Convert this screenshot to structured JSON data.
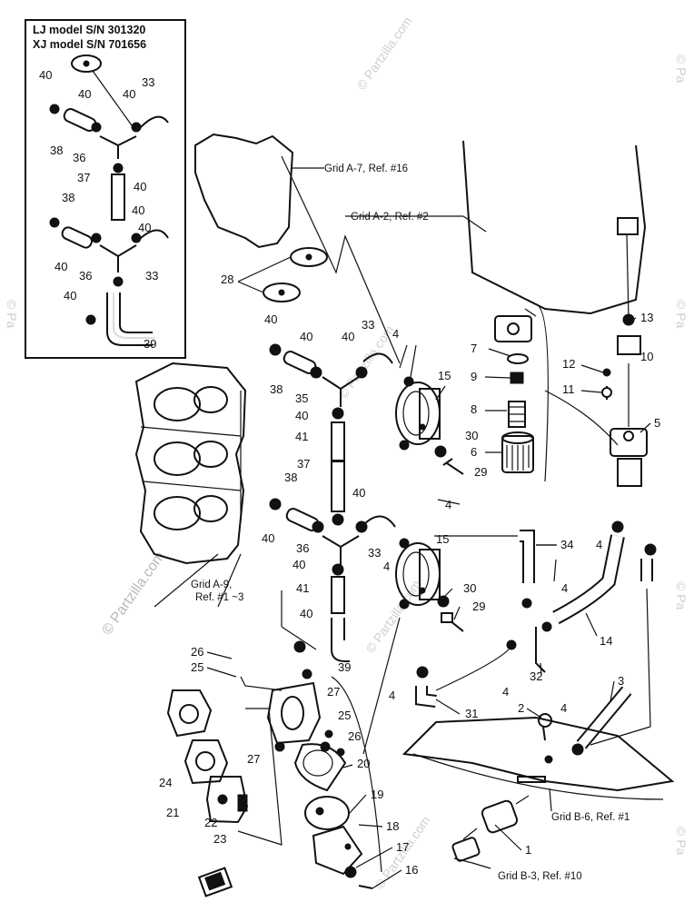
{
  "inset": {
    "lines": [
      "LJ model S/N 301320",
      "XJ model S/N 701656"
    ]
  },
  "grid_refs": [
    {
      "id": "a7",
      "text": "Grid A-7, Ref. #16"
    },
    {
      "id": "a2",
      "text": "Grid A-2, Ref. #2"
    },
    {
      "id": "a9_line1",
      "text": "Grid A-9,"
    },
    {
      "id": "a9_line2",
      "text": "Ref. #1 ~3"
    },
    {
      "id": "b6",
      "text": "Grid B-6, Ref. #1"
    },
    {
      "id": "b3",
      "text": "Grid B-3, Ref. #10"
    }
  ],
  "watermark": {
    "text": "© Partzilla.com",
    "small": "© Pa"
  },
  "part_numbers": [
    "40",
    "40",
    "40",
    "33",
    "38",
    "36",
    "40",
    "37",
    "38",
    "40",
    "40",
    "40",
    "36",
    "33",
    "40",
    "39",
    "28",
    "40",
    "40",
    "40",
    "33",
    "4",
    "15",
    "38",
    "35",
    "40",
    "41",
    "37",
    "38",
    "40",
    "40",
    "36",
    "40",
    "33",
    "4",
    "15",
    "41",
    "40",
    "39",
    "7",
    "9",
    "8",
    "30",
    "6",
    "29",
    "4",
    "13",
    "10",
    "12",
    "11",
    "5",
    "34",
    "4",
    "4",
    "30",
    "29",
    "14",
    "32",
    "4",
    "4",
    "31",
    "2",
    "4",
    "3",
    "26",
    "25",
    "27",
    "24",
    "25",
    "26",
    "27",
    "20",
    "19",
    "21",
    "22",
    "23",
    "18",
    "17",
    "16",
    "1"
  ]
}
